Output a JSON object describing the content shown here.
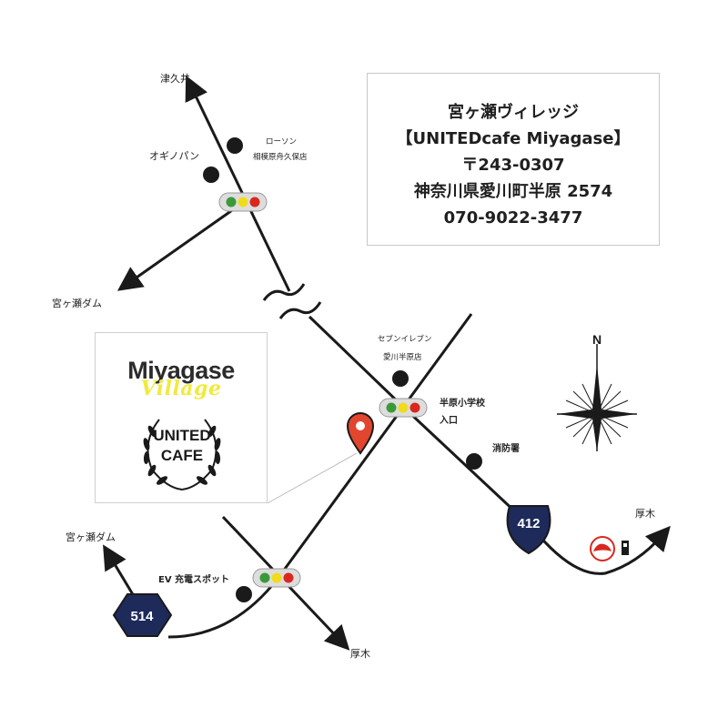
{
  "info": {
    "name": "宮ヶ瀬ヴィレッジ",
    "cafe": "【UNITEDcafe Miyagase】",
    "postal": "〒243-0307",
    "address": "神奈川県愛川町半原 2574",
    "phone": "070-9022-3477"
  },
  "logo": {
    "title": "Miyagase",
    "subtitle": "Village",
    "emblem_top": "UNITED",
    "emblem_bottom": "CAFE"
  },
  "places": {
    "tsukui": "津久井",
    "ogino_pan": "オギノパン",
    "lawson_1": "ローソン",
    "lawson_2": "相模原舟久保店",
    "dam_top": "宮ヶ瀬ダム",
    "seven_1": "セブンイレブン",
    "seven_2": "愛川半原店",
    "school_1": "半原小学校",
    "school_2": "入口",
    "fire": "消防署",
    "atsugi_right": "厚木",
    "dam_bottom": "宮ヶ瀬ダム",
    "ev": "EV 充電スポット",
    "atsugi_bottom": "厚木",
    "compass_n": "N"
  },
  "routes": {
    "r412": "412",
    "r514": "514"
  },
  "colors": {
    "route_shield": "#1d2a5a",
    "pin": "#e2462e",
    "road": "#1a1a1a",
    "signal_red": "#d9281f",
    "signal_yellow": "#f0dc1a",
    "signal_green": "#3a9a3a"
  }
}
